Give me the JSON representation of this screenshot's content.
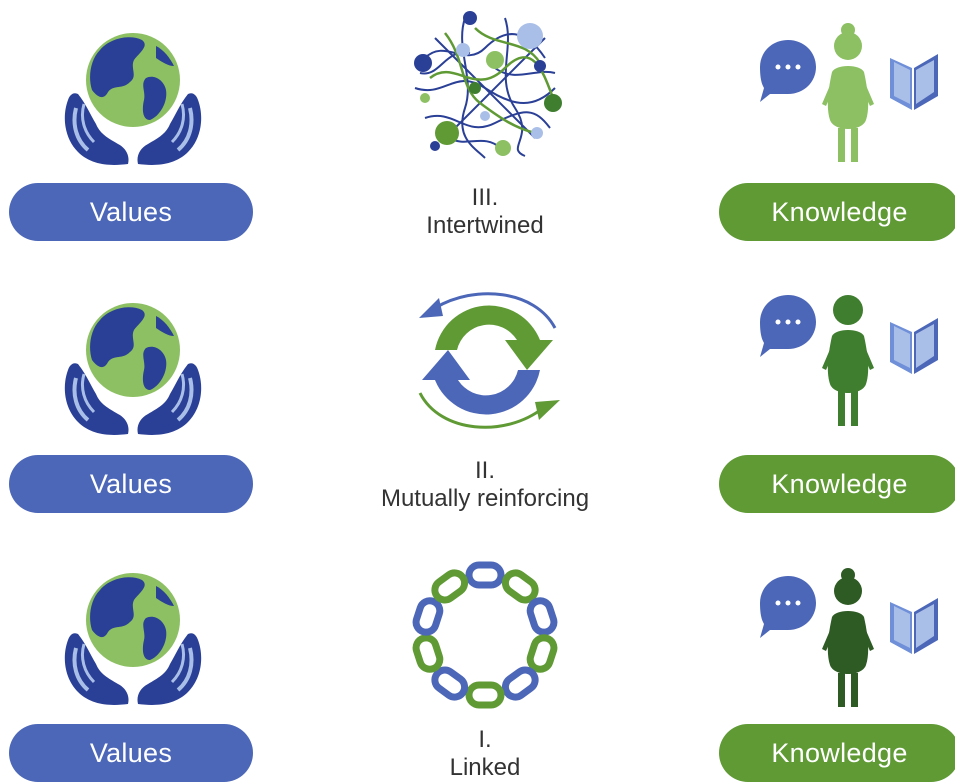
{
  "rows": [
    {
      "left_label": "Values",
      "roman": "III.",
      "center_label": "Intertwined",
      "right_label": "Knowledge",
      "center_icon": "network-icon",
      "person_color": "#8cc063"
    },
    {
      "left_label": "Values",
      "roman": "II.",
      "center_label": "Mutually reinforcing",
      "right_label": "Knowledge",
      "center_icon": "cycle-arrows-icon",
      "person_color": "#3f7d2f"
    },
    {
      "left_label": "Values",
      "roman": "I.",
      "center_label": "Linked",
      "right_label": "Knowledge",
      "center_icon": "chain-ring-icon",
      "person_color": "#2e5a24"
    }
  ],
  "colors": {
    "values_blue": "#4c67b8",
    "knowledge_green": "#5f9a35",
    "dark_blue": "#2a3f96",
    "light_green": "#8cc063",
    "light_blue": "#a9bfe8"
  }
}
